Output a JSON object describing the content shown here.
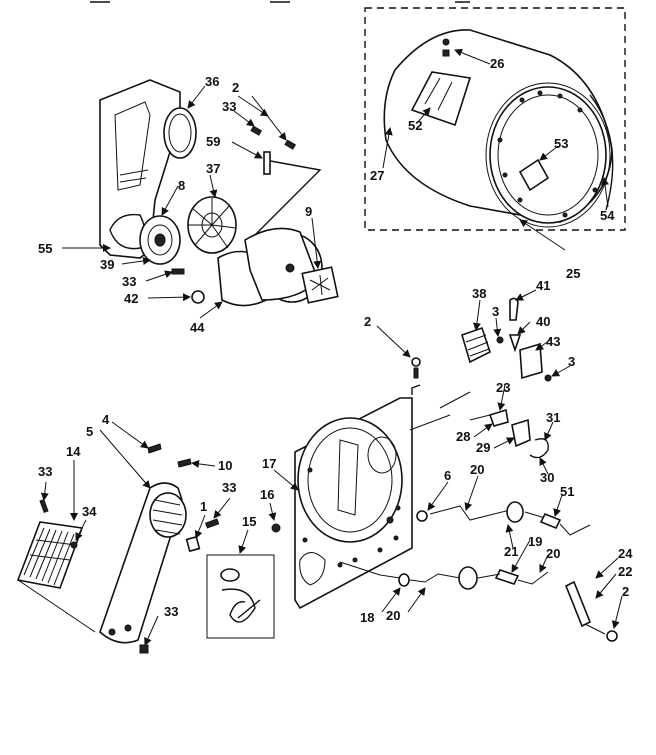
{
  "callouts": [
    {
      "id": "c36",
      "text": "36"
    },
    {
      "id": "c2a",
      "text": "2"
    },
    {
      "id": "c33a",
      "text": "33"
    },
    {
      "id": "c59",
      "text": "59"
    },
    {
      "id": "c37",
      "text": "37"
    },
    {
      "id": "c8",
      "text": "8"
    },
    {
      "id": "c9",
      "text": "9"
    },
    {
      "id": "c55",
      "text": "55"
    },
    {
      "id": "c39",
      "text": "39"
    },
    {
      "id": "c33b",
      "text": "33"
    },
    {
      "id": "c42",
      "text": "42"
    },
    {
      "id": "c44",
      "text": "44"
    },
    {
      "id": "c26",
      "text": "26"
    },
    {
      "id": "c52",
      "text": "52"
    },
    {
      "id": "c53",
      "text": "53"
    },
    {
      "id": "c27",
      "text": "27"
    },
    {
      "id": "c54",
      "text": "54"
    },
    {
      "id": "c25",
      "text": "25"
    },
    {
      "id": "c38",
      "text": "38"
    },
    {
      "id": "c41",
      "text": "41"
    },
    {
      "id": "c3a",
      "text": "3"
    },
    {
      "id": "c40",
      "text": "40"
    },
    {
      "id": "c43",
      "text": "43"
    },
    {
      "id": "c3b",
      "text": "3"
    },
    {
      "id": "c2b",
      "text": "2"
    },
    {
      "id": "c23",
      "text": "23"
    },
    {
      "id": "c31",
      "text": "31"
    },
    {
      "id": "c28",
      "text": "28"
    },
    {
      "id": "c29",
      "text": "29"
    },
    {
      "id": "c30",
      "text": "30"
    },
    {
      "id": "c4",
      "text": "4"
    },
    {
      "id": "c5",
      "text": "5"
    },
    {
      "id": "c10",
      "text": "10"
    },
    {
      "id": "c17",
      "text": "17"
    },
    {
      "id": "c14",
      "text": "14"
    },
    {
      "id": "c33c",
      "text": "33"
    },
    {
      "id": "c34",
      "text": "34"
    },
    {
      "id": "c1",
      "text": "1"
    },
    {
      "id": "c33d",
      "text": "33"
    },
    {
      "id": "c16",
      "text": "16"
    },
    {
      "id": "c15",
      "text": "15"
    },
    {
      "id": "c6",
      "text": "6"
    },
    {
      "id": "c20a",
      "text": "20"
    },
    {
      "id": "c51",
      "text": "51"
    },
    {
      "id": "c21",
      "text": "21"
    },
    {
      "id": "c19",
      "text": "19"
    },
    {
      "id": "c20b",
      "text": "20"
    },
    {
      "id": "c24",
      "text": "24"
    },
    {
      "id": "c22",
      "text": "22"
    },
    {
      "id": "c2c",
      "text": "2"
    },
    {
      "id": "c18",
      "text": "18"
    },
    {
      "id": "c20c",
      "text": "20"
    },
    {
      "id": "c33e",
      "text": "33"
    }
  ]
}
